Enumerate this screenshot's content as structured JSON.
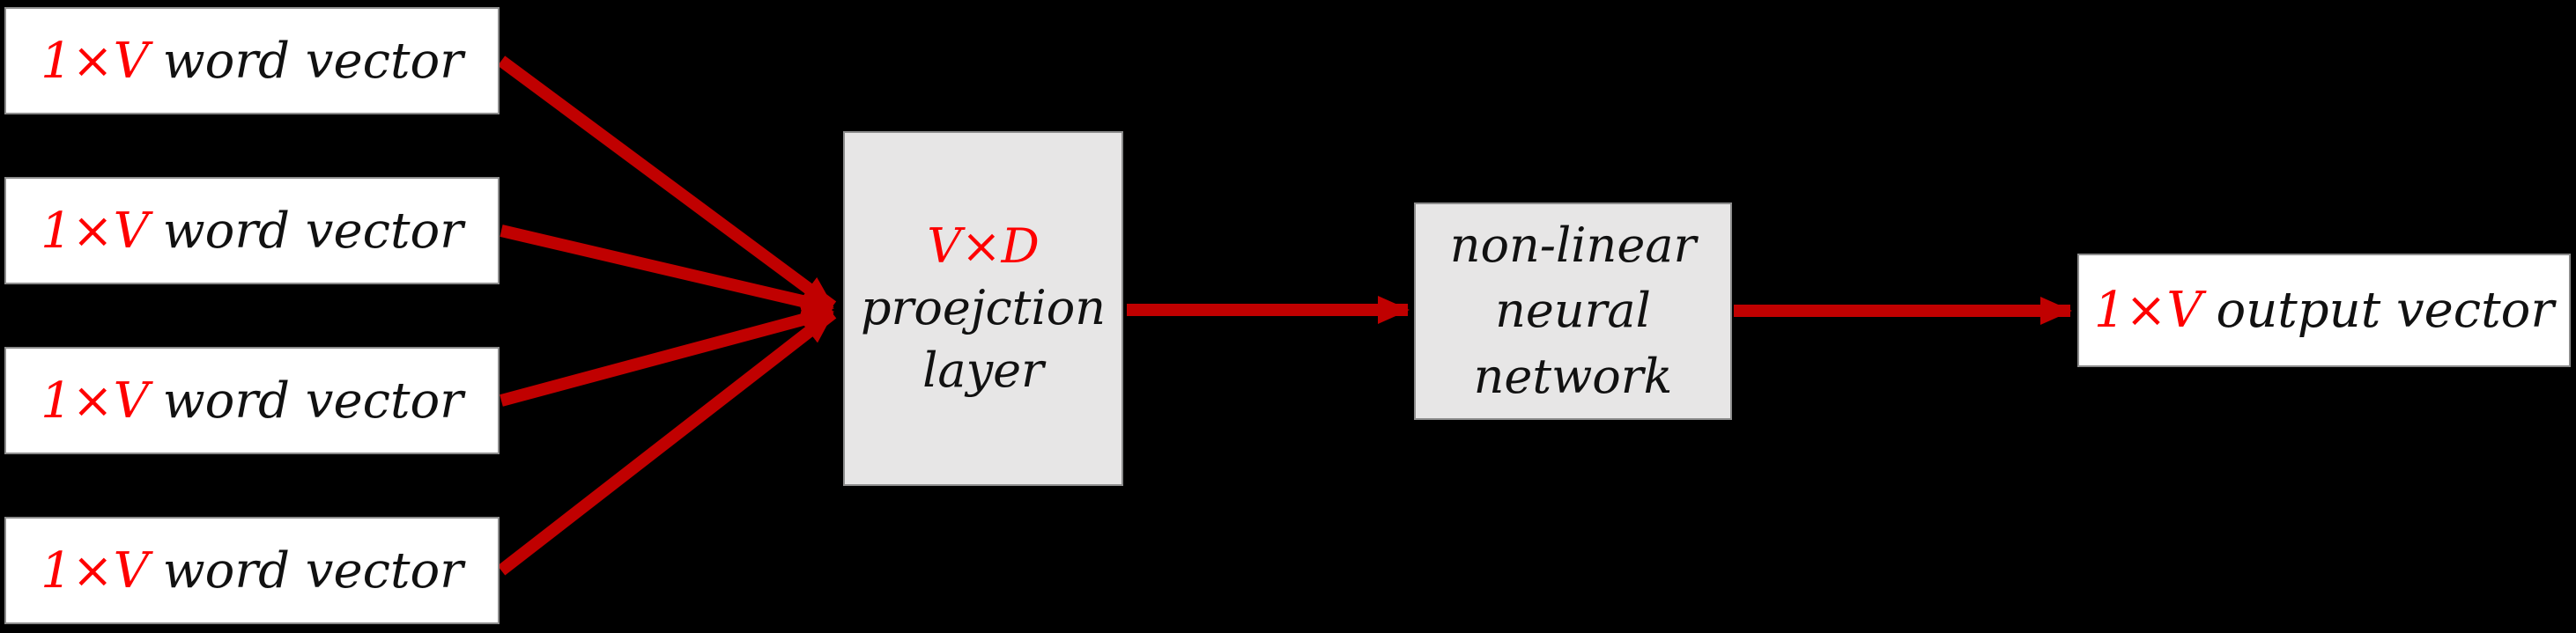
{
  "colors": {
    "background": "#000000",
    "input_box_bg": "#ffffff",
    "layer_box_bg": "#e7e6e6",
    "box_border": "#8c8c8c",
    "arrow": "#c00000",
    "accent_red": "#fe0000",
    "text": "#111111"
  },
  "input_boxes": [
    {
      "dim": "1×V",
      "label": "word vector"
    },
    {
      "dim": "1×V",
      "label": "word vector"
    },
    {
      "dim": "1×V",
      "label": "word vector"
    },
    {
      "dim": "1×V",
      "label": "word vector"
    }
  ],
  "projection_layer": {
    "dim": "V×D",
    "lines": [
      "proejction",
      "layer"
    ]
  },
  "neural_network": {
    "lines": [
      "non-linear",
      "neural",
      "network"
    ]
  },
  "output_box": {
    "dim": "1×V",
    "label": "output vector"
  }
}
